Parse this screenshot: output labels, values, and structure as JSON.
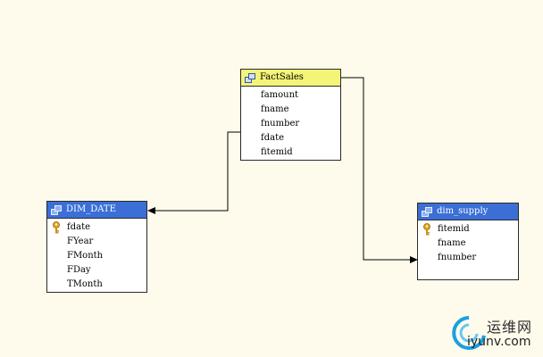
{
  "tables": {
    "factsales": {
      "name": "FactSales",
      "columns": [
        "famount",
        "fname",
        "fnumber",
        "fdate",
        "fitemid"
      ]
    },
    "dim_date": {
      "name": "DIM_DATE",
      "columns": [
        "fdate",
        "FYear",
        "FMonth",
        "FDay",
        "TMonth"
      ],
      "primary_key": "fdate"
    },
    "dim_supply": {
      "name": "dim_supply",
      "columns": [
        "fitemid",
        "fname",
        "fnumber"
      ],
      "primary_key": "fitemid"
    }
  },
  "relationships": [
    {
      "from": "FactSales",
      "to": "DIM_DATE"
    },
    {
      "from": "FactSales",
      "to": "dim_supply"
    }
  ],
  "colors": {
    "background": "#fefbec",
    "selected_header": "#f4f478",
    "table_header": "#3b6fd6",
    "key_icon": "#e0a81e",
    "watermark_accent": "#1aa0e0"
  },
  "watermark": {
    "chinese": "运维网",
    "latin": "iyunv.com"
  }
}
